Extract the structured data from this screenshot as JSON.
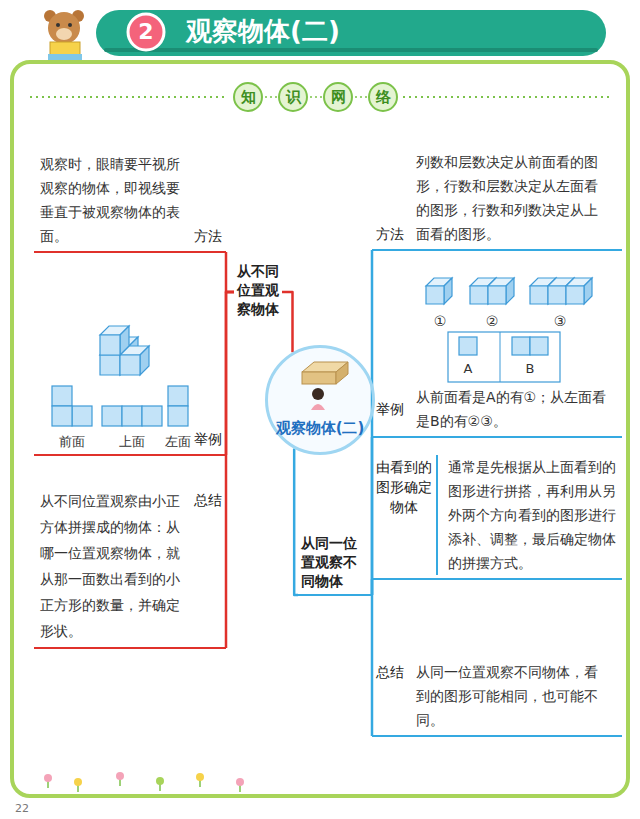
{
  "diagram": {
    "title": "观察物体(二)",
    "nodes": [
      {
        "text": [
          "观察物体(二)"
        ]
      },
      {
        "text": [
          "从不同位置观察物体"
        ]
      },
      {
        "text": [
          "方法",
          "观察时，眼睛要平视所观察的物体，即视线要垂直于被观察物体的表面。"
        ]
      },
      {
        "text": [
          "举例"
        ]
      },
      {
        "text": [
          "总结",
          "从不同位置观察由小正方体拼摆成的物体：从哪一位置观察物体，就从那一面数出看到的小正方形的数量，并确定形状。"
        ]
      },
      {
        "text": [
          "从同一位置观察不同物体"
        ]
      },
      {
        "text": [
          "方法",
          "列数和层数决定从前面看的图形，行数和层数决定从左面看的图形，行数和列数决定从上面看的图形。"
        ]
      },
      {
        "text": [
          "举例",
          "从前面看是A的有①；从左面看是B的有②③。"
        ]
      },
      {
        "text": [
          "由看到的图形确定物体",
          "通常是先根据从上面看到的图形进行拼搭，再利用从另外两个方向看到的图形进行添补、调整，最后确定物体的拼摆方式。"
        ]
      },
      {
        "text": [
          "总结",
          "从同一位置观察不同物体，看到的图形可能相同，也可能不同。"
        ]
      }
    ],
    "edges": [
      {
        "from": 0,
        "to": 1,
        "arrow": "none"
      },
      {
        "from": 1,
        "to": 2,
        "arrow": "none"
      },
      {
        "from": 1,
        "to": 3,
        "arrow": "none"
      },
      {
        "from": 1,
        "to": 4,
        "arrow": "none"
      },
      {
        "from": 0,
        "to": 5,
        "arrow": "none"
      },
      {
        "from": 5,
        "to": 6,
        "arrow": "none"
      },
      {
        "from": 5,
        "to": 7,
        "arrow": "none"
      },
      {
        "from": 5,
        "to": 8,
        "arrow": "none"
      },
      {
        "from": 5,
        "to": 9,
        "arrow": "none"
      }
    ],
    "labels": [
      "2",
      "知",
      "识",
      "网",
      "络",
      "前面",
      "上面",
      "左面",
      "①",
      "②",
      "③",
      "A",
      "B",
      "22"
    ]
  }
}
